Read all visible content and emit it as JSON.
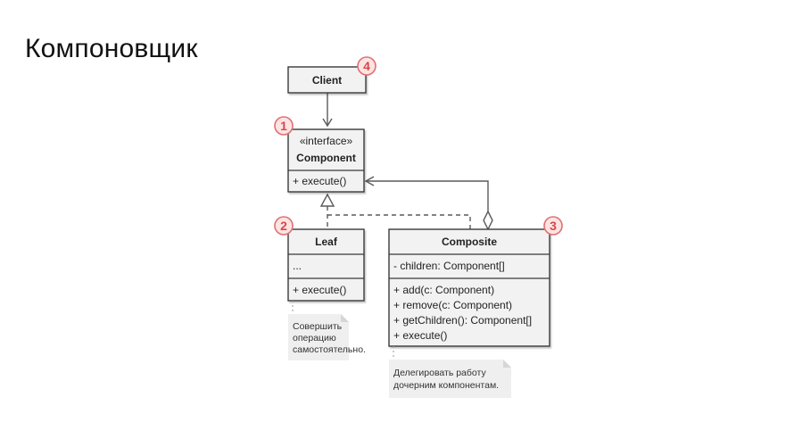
{
  "title": "Компоновщик",
  "client": {
    "name": "Client",
    "badge": "4"
  },
  "component": {
    "stereotype": "«interface»",
    "name": "Component",
    "method": "+ execute()",
    "badge": "1"
  },
  "leaf": {
    "name": "Leaf",
    "field": "...",
    "method": "+ execute()",
    "badge": "2",
    "note": [
      "Совершить",
      "операцию",
      "самостоятельно."
    ]
  },
  "composite": {
    "name": "Composite",
    "field": "- children: Component[]",
    "methods": [
      "+ add(c: Component)",
      "+ remove(c: Component)",
      "+ getChildren(): Component[]",
      "+ execute()"
    ],
    "badge": "3",
    "note": [
      "Делегировать работу",
      "дочерним компонентам."
    ]
  },
  "colors": {
    "box_fill": "#f2f2f2",
    "box_stroke": "#3a3a3a",
    "line": "#5a5a5a",
    "badge_fill": "#fde3e3",
    "badge_stroke": "#e07070",
    "badge_text": "#d34a4a",
    "note_fill": "#efefef"
  }
}
